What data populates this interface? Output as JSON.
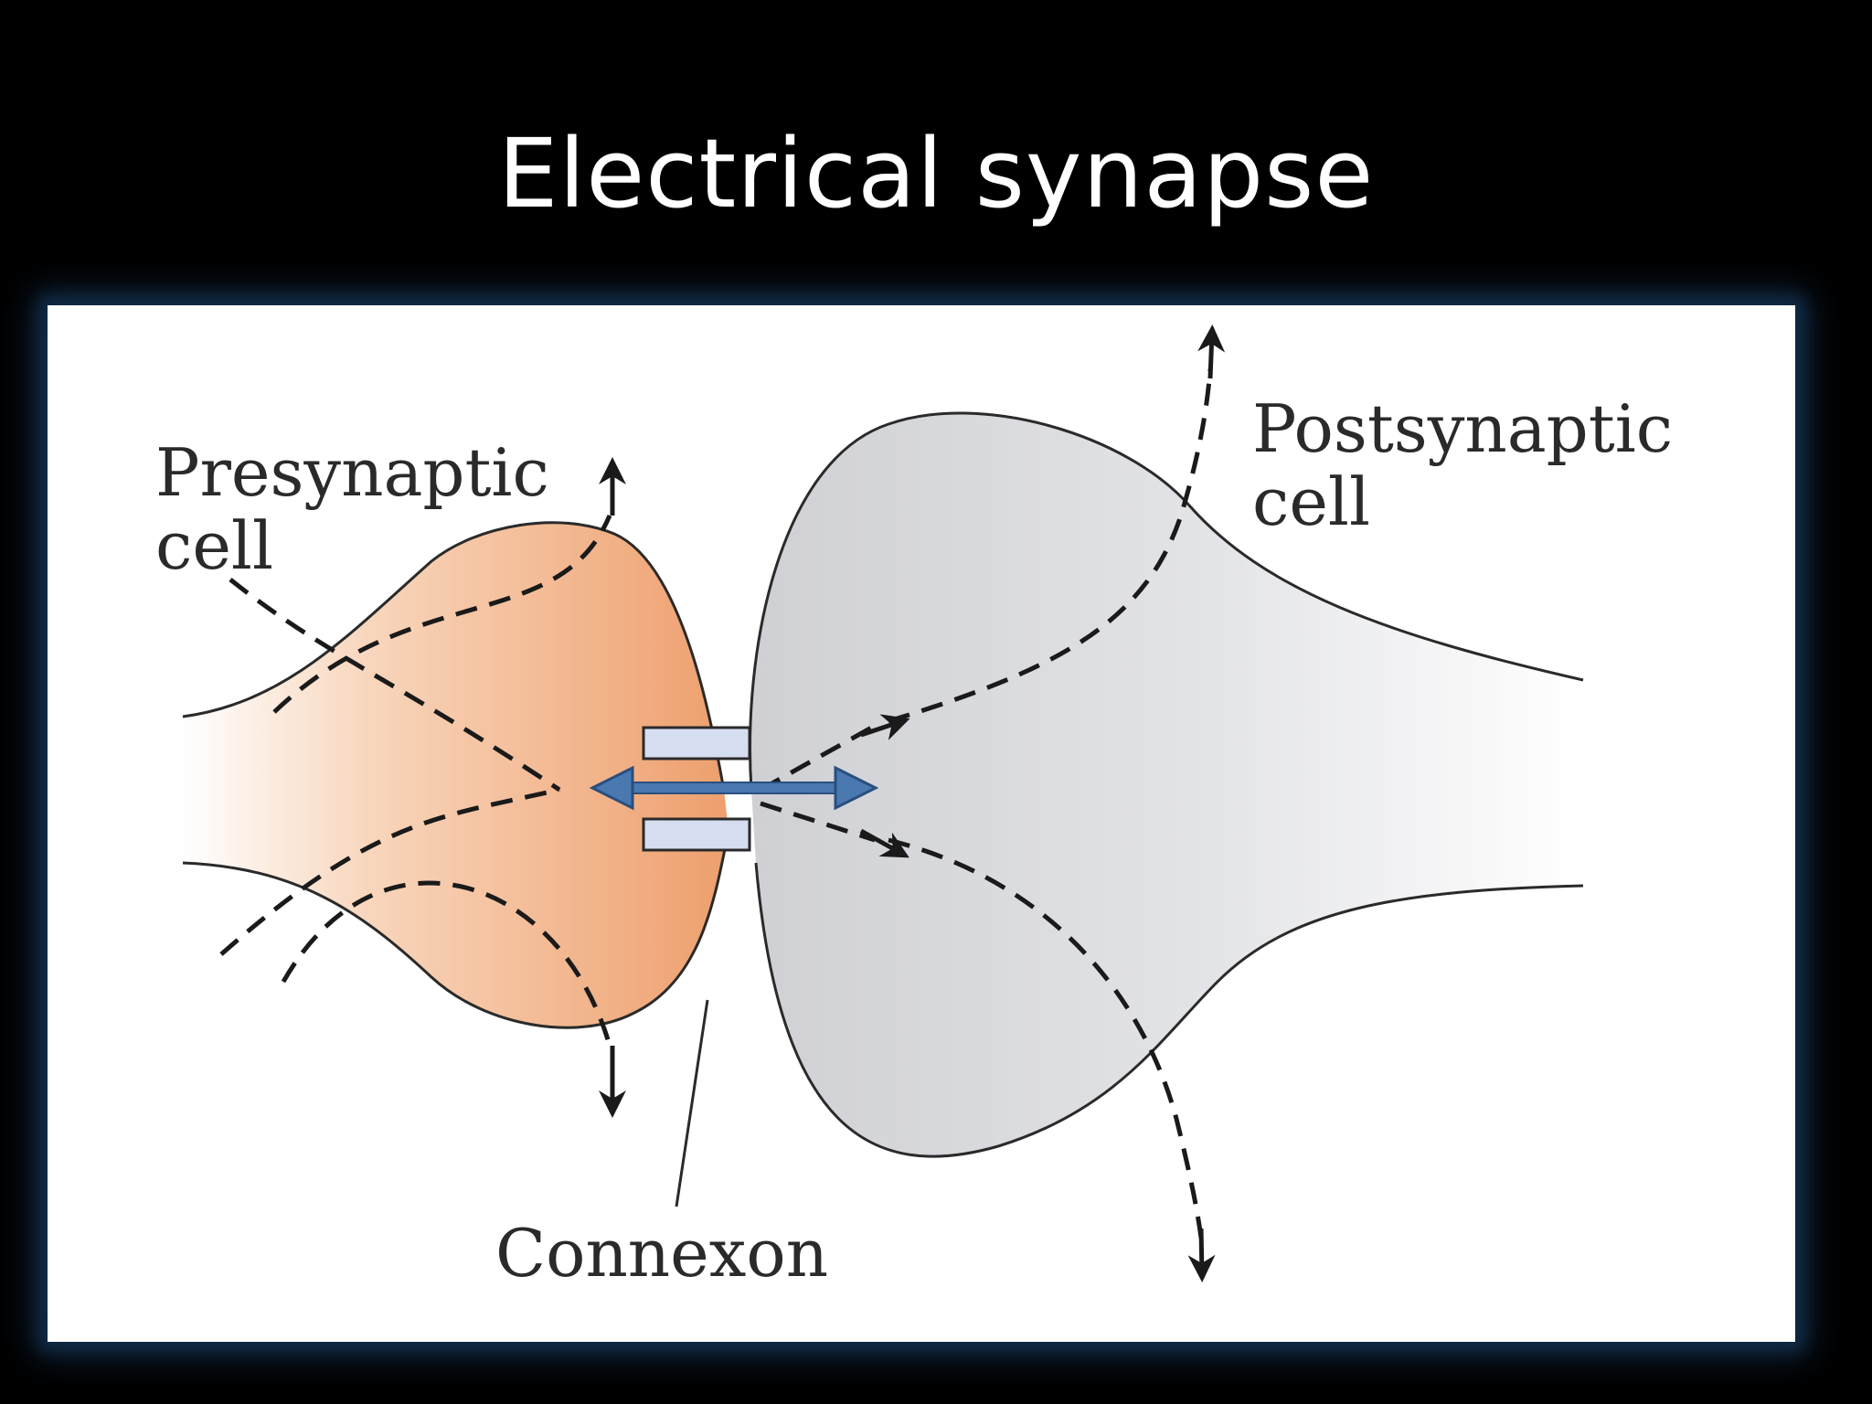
{
  "slide": {
    "title": "Electrical synapse"
  },
  "figure": {
    "labels": {
      "presynaptic_line1": "Presynaptic",
      "presynaptic_line2": "cell",
      "postsynaptic_line1": "Postsynaptic",
      "postsynaptic_line2": "cell",
      "connexon": "Connexon"
    },
    "colors": {
      "presynaptic_fill": "#f0b68f",
      "postsynaptic_fill": "#d7d8dc",
      "connexon_fill": "#d5def0",
      "current_arrow": "#4a78b0",
      "outline": "#2a2a2a"
    }
  }
}
